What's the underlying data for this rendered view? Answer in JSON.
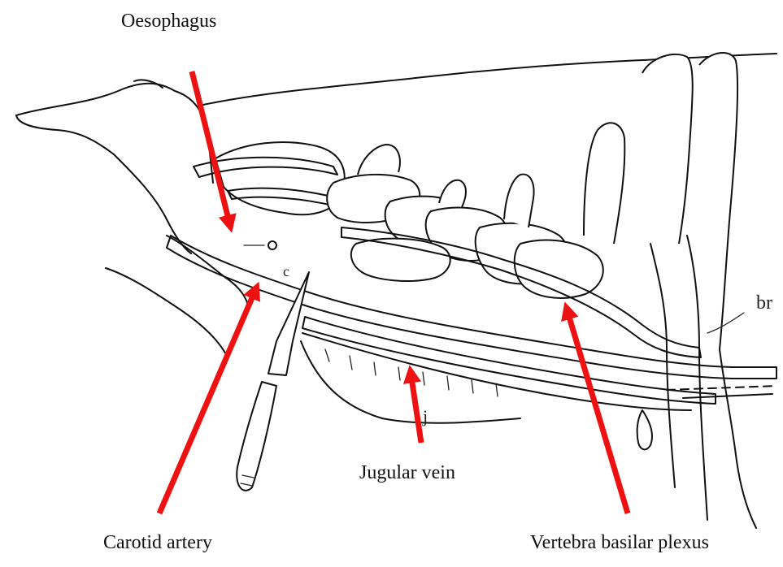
{
  "labels": {
    "oesophagus": "Oesophagus",
    "jugular_vein": "Jugular vein",
    "carotid_artery": "Carotid artery",
    "vertebra_basilar_plexus": "Vertebra basilar plexus"
  },
  "drawing_marks": {
    "o": "o",
    "c": "c",
    "j": "j",
    "br": "br"
  },
  "colors": {
    "arrow": "#ee1111",
    "ink": "#111111",
    "background": "#ffffff"
  }
}
